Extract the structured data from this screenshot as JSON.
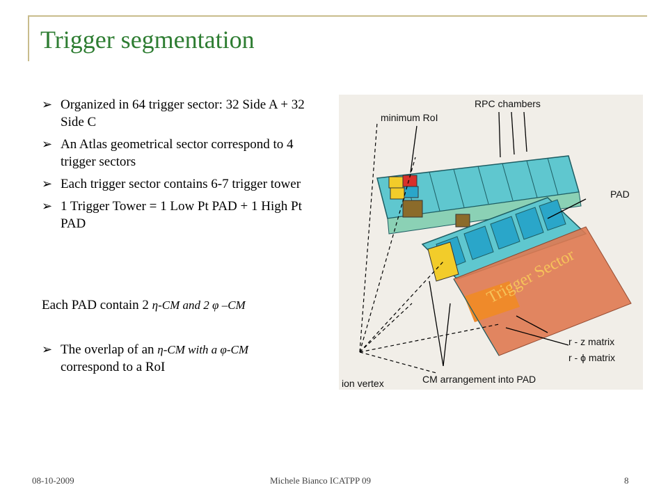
{
  "title": "Trigger segmentation",
  "bullets": [
    {
      "text": "Organized in 64 trigger sector: 32 Side A + 32 Side C"
    },
    {
      "text": "An Atlas geometrical sector correspond to 4 trigger sectors"
    },
    {
      "text": "Each trigger sector contains 6-7 trigger tower"
    },
    {
      "text": "1 Trigger Tower = 1 Low Pt PAD + 1 High Pt PAD"
    }
  ],
  "pad_sentence": {
    "start": "Each PAD contain 2 ",
    "eta": "η",
    "mid": "-CM and 2 ",
    "phi": "φ",
    "end": " –CM"
  },
  "overlap_sentence": {
    "start": "The overlap of an ",
    "eta": "η",
    "mid": "-CM with a ",
    "phi": "φ",
    "end": "-CM",
    "line2": "correspond to a RoI"
  },
  "figure": {
    "rpc_chambers": "RPC chambers",
    "minimum_roi": "minimum RoI",
    "pad": "PAD",
    "trigger_sector": "Trigger Sector",
    "rz_matrix": "r - z matrix",
    "rphi_matrix": "r - ϕ matrix",
    "cm_arrangement": "CM arrangement into PAD",
    "ion_vertex": "ion vertex"
  },
  "footer": {
    "date": "08-10-2009",
    "center": "Michele Bianco ICATPP 09",
    "page": "8"
  }
}
